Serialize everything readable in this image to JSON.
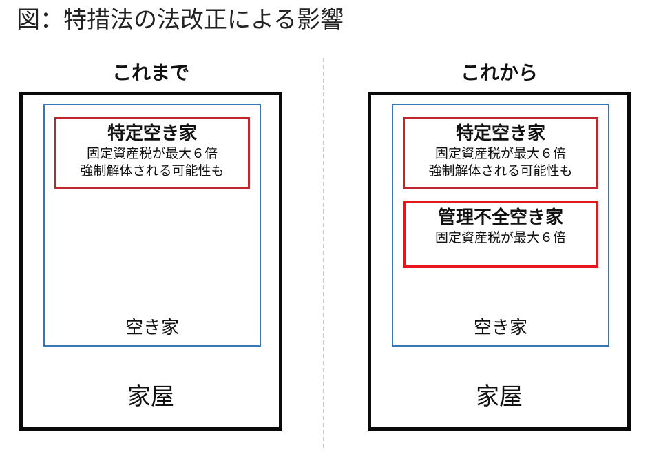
{
  "title": "図：特措法の法改正による影響",
  "before": {
    "label": "これまで",
    "house_label": "家屋",
    "vacant_label": "空き家",
    "special": {
      "title": "特定空き家",
      "lines": [
        "固定資産税が最大６倍",
        "強制解体される可能性も"
      ]
    }
  },
  "after": {
    "label": "これから",
    "house_label": "家屋",
    "vacant_label": "空き家",
    "special": {
      "title": "特定空き家",
      "lines": [
        "固定資産税が最大６倍",
        "強制解体される可能性も"
      ]
    },
    "mgmt": {
      "title": "管理不全空き家",
      "lines": [
        "固定資産税が最大６倍"
      ]
    }
  },
  "colors": {
    "house_border": "#0a0a0a",
    "vacant_border": "#3a75b7",
    "special_border": "#c0262c",
    "mgmt_border": "#e5161c",
    "divider": "#c9c9c9"
  }
}
